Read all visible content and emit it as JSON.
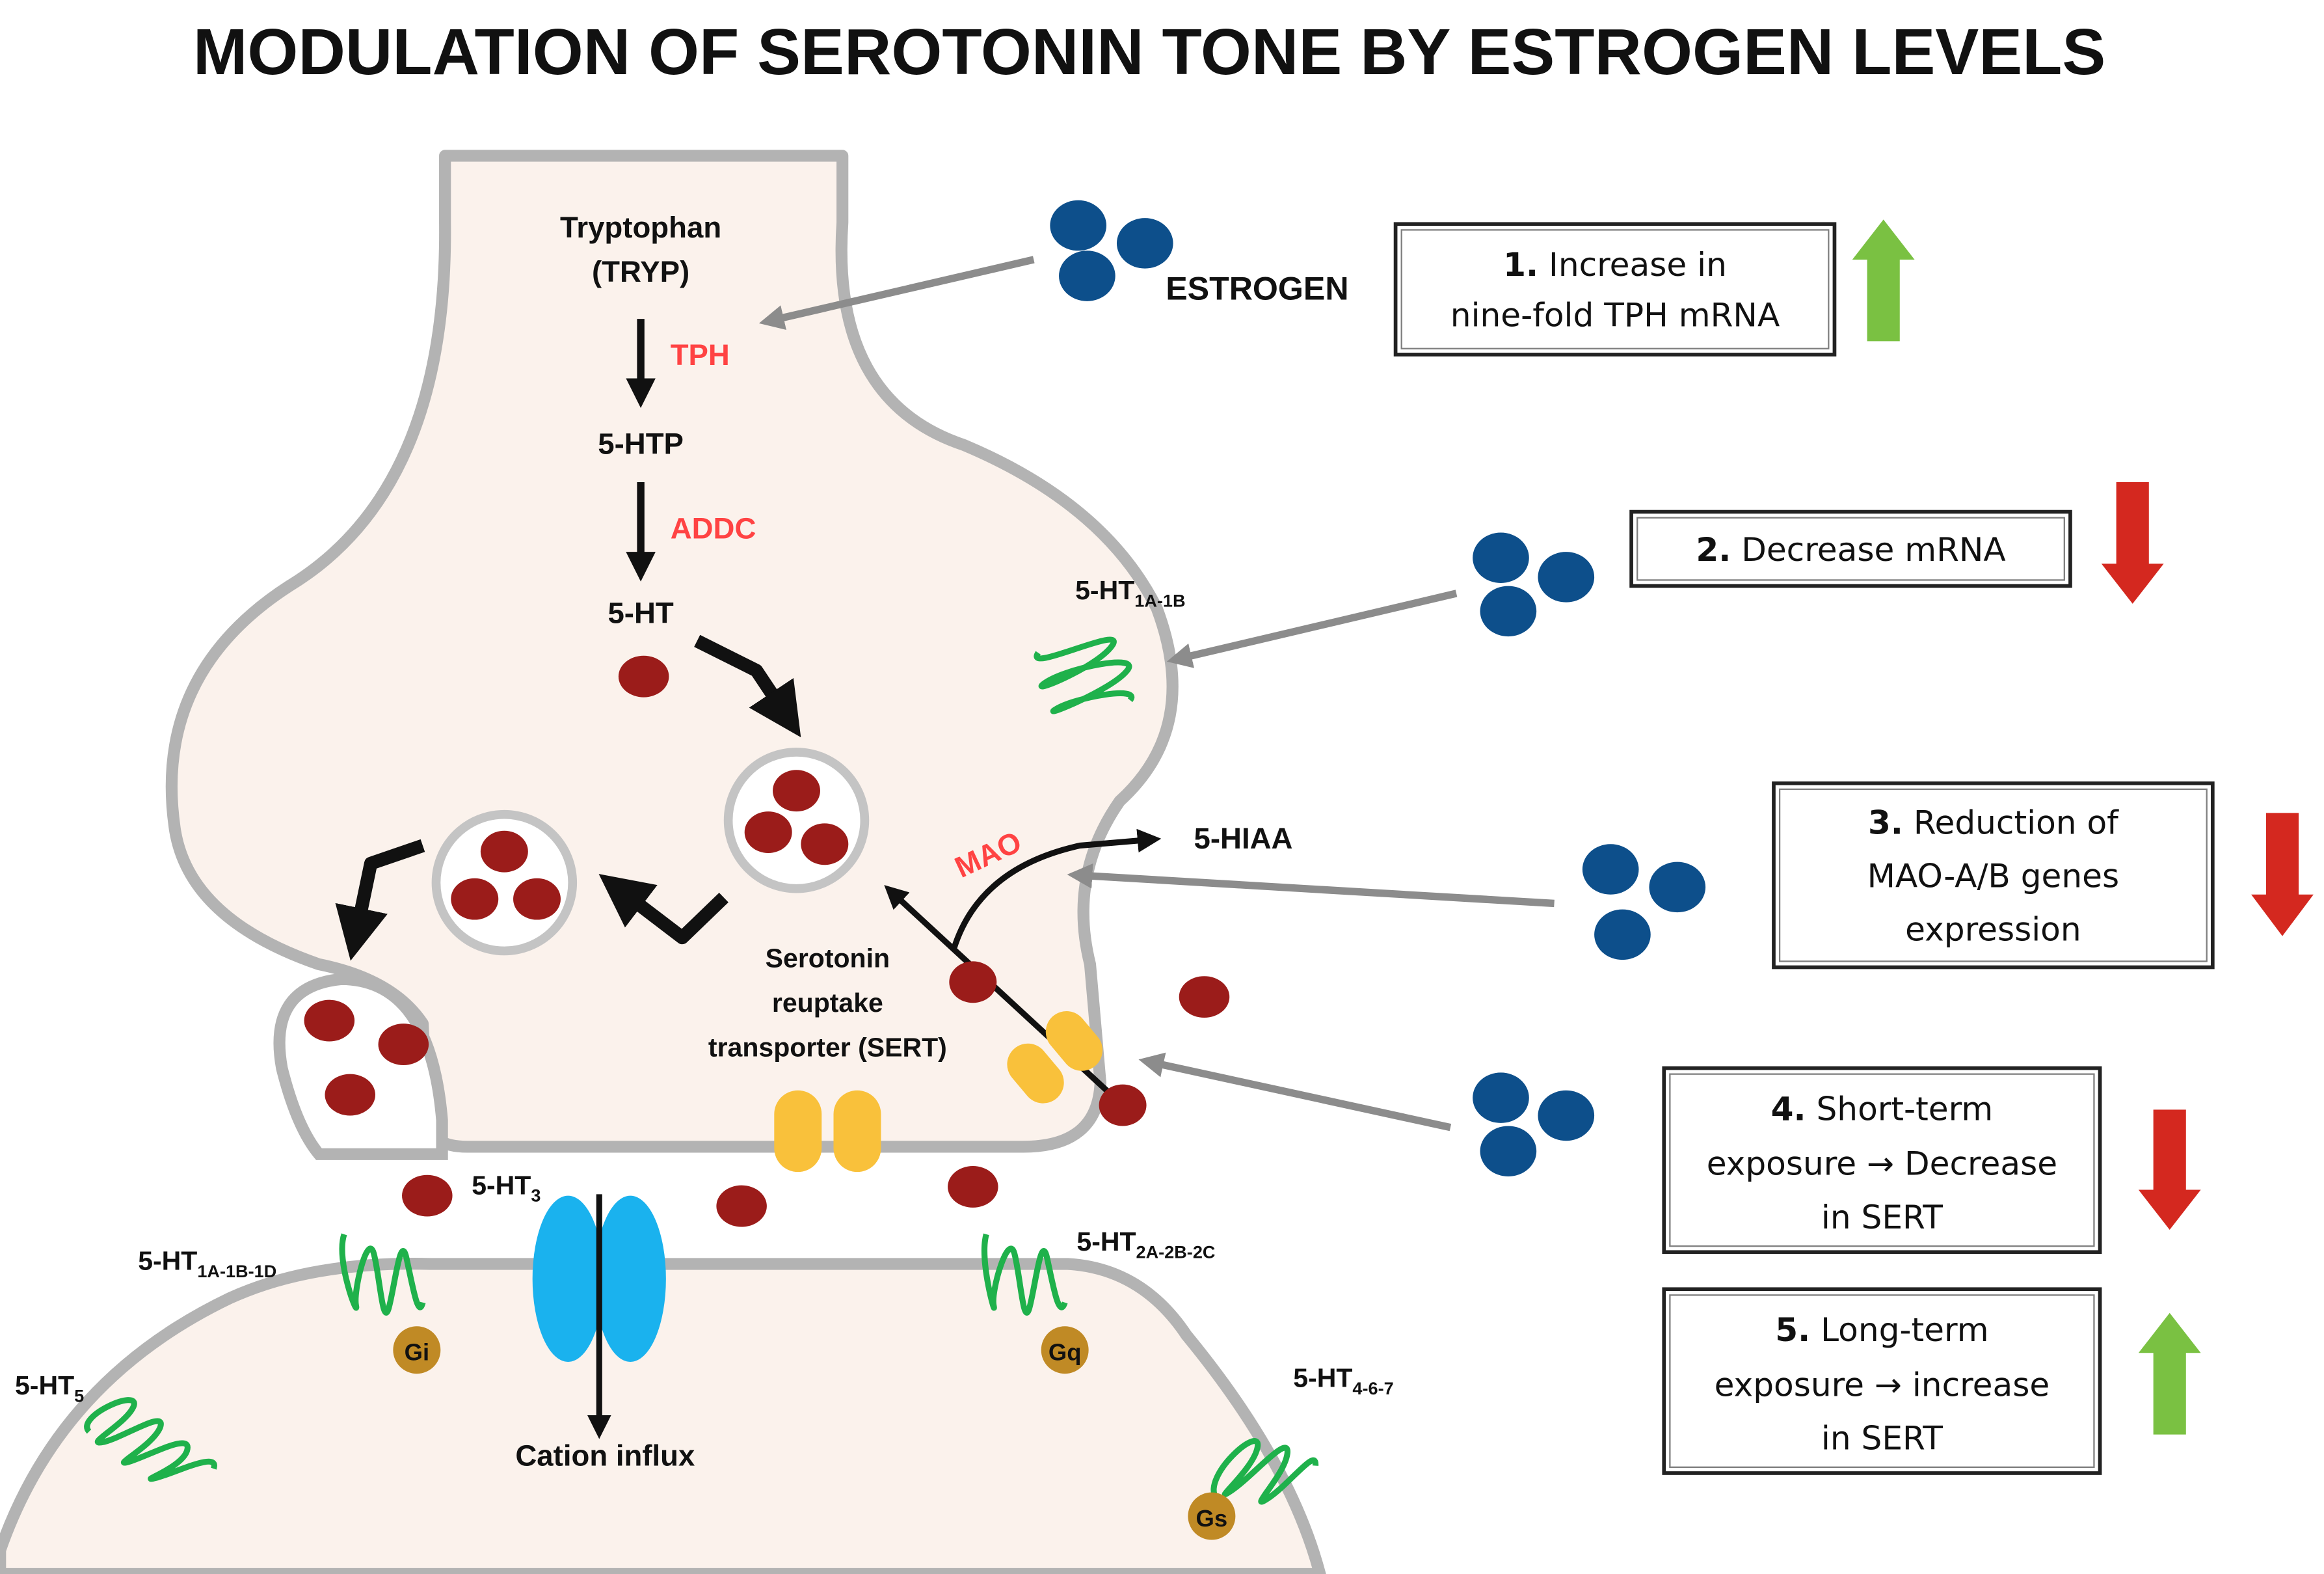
{
  "title": "MODULATION OF SEROTONIN TONE BY ESTROGEN LEVELS",
  "colors": {
    "membrane": "#b3b3b3",
    "cytoplasm": "#fbf2ec",
    "serotonin": "#9b1c1a",
    "estrogen": "#0d4f8b",
    "receptor": "#1fb14b",
    "g_protein": "#c08a25",
    "sert": "#f9c13b",
    "ion_channel": "#1ab2ee",
    "enzyme_text": "#ff4343",
    "arrow_up": "#7ac142",
    "arrow_down": "#d4281f",
    "estrogen_arrow": "#8c8c8c"
  },
  "pathway": {
    "tryptophan": "Tryptophan",
    "tryp": "(TRYP)",
    "tph": "TPH",
    "htp": "5-HTP",
    "addc": "ADDC",
    "ht": "5-HT",
    "mao": "MAO",
    "hiaa": "5-HIAA",
    "sert_line1": "Serotonin",
    "sert_line2": "reuptake",
    "sert_line3": "transporter (SERT)"
  },
  "estrogen_label": "ESTROGEN",
  "receptors": {
    "presyn_autoreceptor": {
      "base": "5-HT",
      "sub": "1A-1B"
    },
    "r1": {
      "base": "5-HT",
      "sub": "1A-1B-1D"
    },
    "r3": {
      "base": "5-HT",
      "sub": "3"
    },
    "r2": {
      "base": "5-HT",
      "sub": "2A-2B-2C"
    },
    "r5": {
      "base": "5-HT",
      "sub": "5"
    },
    "r467": {
      "base": "5-HT",
      "sub": "4-6-7"
    }
  },
  "g_proteins": {
    "gi": "Gi",
    "gq": "Gq",
    "gs": "Gs"
  },
  "cation_influx": "Cation influx",
  "effects": [
    {
      "num": "1.",
      "line1": "Increase in",
      "line2": "nine-fold TPH mRNA",
      "line3": "",
      "direction": "up"
    },
    {
      "num": "2.",
      "line1": "Decrease mRNA",
      "line2": "",
      "line3": "",
      "direction": "down"
    },
    {
      "num": "3.",
      "line1": "Reduction of",
      "line2": "MAO-A/B genes",
      "line3": "expression",
      "direction": "down"
    },
    {
      "num": "4.",
      "line1": "Short-term",
      "line2": "exposure → Decrease",
      "line3": "in SERT",
      "direction": "down"
    },
    {
      "num": "5.",
      "line1": "Long-term",
      "line2": "exposure → increase",
      "line3": "in SERT",
      "direction": "up"
    }
  ]
}
